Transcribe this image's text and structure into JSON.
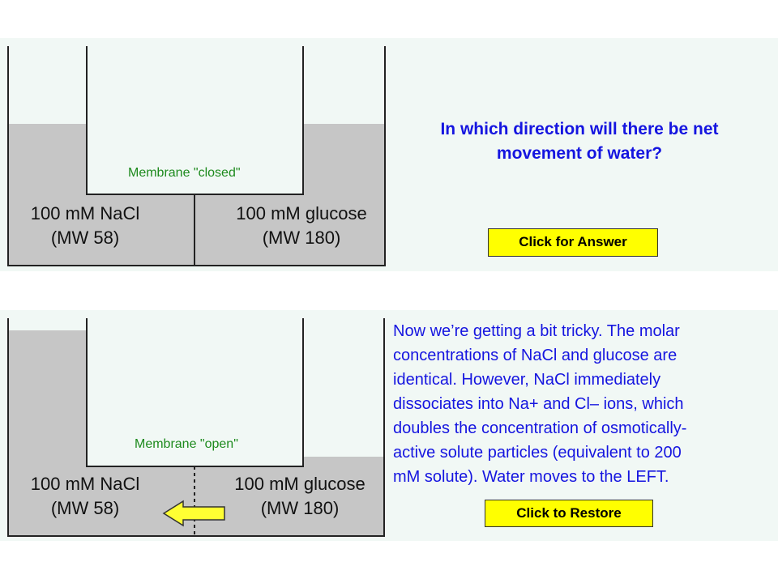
{
  "top_panel": {
    "membrane_label": "Membrane \"closed\"",
    "left_compartment": {
      "solute": "100 mM NaCl",
      "mw": "(MW 58)"
    },
    "right_compartment": {
      "solute": "100 mM glucose",
      "mw": "(MW 180)"
    },
    "question": "In which direction will there be net movement of water?",
    "answer_button": "Click for Answer"
  },
  "bottom_panel": {
    "membrane_label": "Membrane \"open\"",
    "left_compartment": {
      "solute": "100 mM NaCl",
      "mw": "(MW 58)"
    },
    "right_compartment": {
      "solute": "100 mM glucose",
      "mw": "(MW 180)"
    },
    "answer_lines": [
      "Now we’re getting a bit tricky.  The molar",
      "concentrations of NaCl and glucose are",
      "identical.  However, NaCl immediately",
      "dissociates into Na+ and Cl– ions, which",
      "doubles the concentration of osmotically-",
      "active solute particles (equivalent to 200",
      "mM solute).  Water moves to the LEFT."
    ],
    "restore_button": "Click to Restore",
    "water_flow_direction": "left"
  },
  "colors": {
    "panel_background": "#f1f8f5",
    "water": "#c6c6c6",
    "vessel_outline": "#222222",
    "membrane_label": "#1d8a1d",
    "question_text": "#1515e0",
    "button_fill": "#ffff00",
    "arrow_fill": "#ffff33"
  }
}
